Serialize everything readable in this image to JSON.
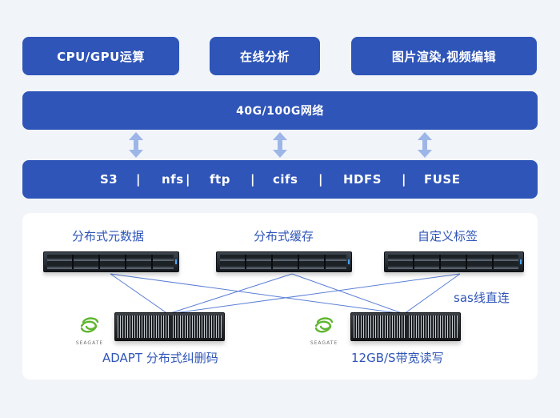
{
  "top": {
    "cpu": "CPU/GPU运算",
    "online": "在线分析",
    "render": "图片渲染,视频编辑"
  },
  "network": "40G/100G网络",
  "protocols": [
    "S3",
    "|",
    "nfs",
    "|",
    "ftp",
    "|",
    "cifs",
    "|",
    "HDFS",
    "|",
    "FUSE"
  ],
  "servers": {
    "meta": "分布式元数据",
    "cache": "分布式缓存",
    "tag": "自定义标签"
  },
  "sas": "sas线直连",
  "storage": {
    "left": "ADAPT 分布式纠删码",
    "right": "12GB/S带宽读写"
  },
  "logo_text": "SEAGATE",
  "colors": {
    "primary": "#2f55b8",
    "arrow": "#9db6e8",
    "wire": "#5b7fd6"
  }
}
